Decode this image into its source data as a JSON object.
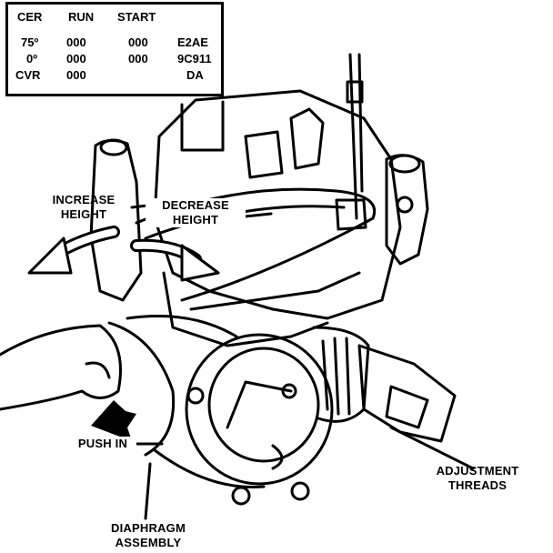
{
  "title_block": {
    "headers": [
      "CER",
      "RUN",
      "START"
    ],
    "rows": [
      [
        "75º",
        "000",
        "000",
        "E2AE"
      ],
      [
        "0º",
        "000",
        "000",
        "9C911"
      ],
      [
        "CVR",
        "000",
        "",
        "DA"
      ]
    ]
  },
  "labels": {
    "increase_height": [
      "INCREASE",
      "HEIGHT"
    ],
    "decrease_height": [
      "DECREASE",
      "HEIGHT"
    ],
    "push_in": "PUSH IN",
    "adjustment_threads": [
      "ADJUSTMENT",
      "THREADS"
    ],
    "diaphragm_assembly": [
      "DIAPHRAGM",
      "ASSEMBLY"
    ]
  }
}
